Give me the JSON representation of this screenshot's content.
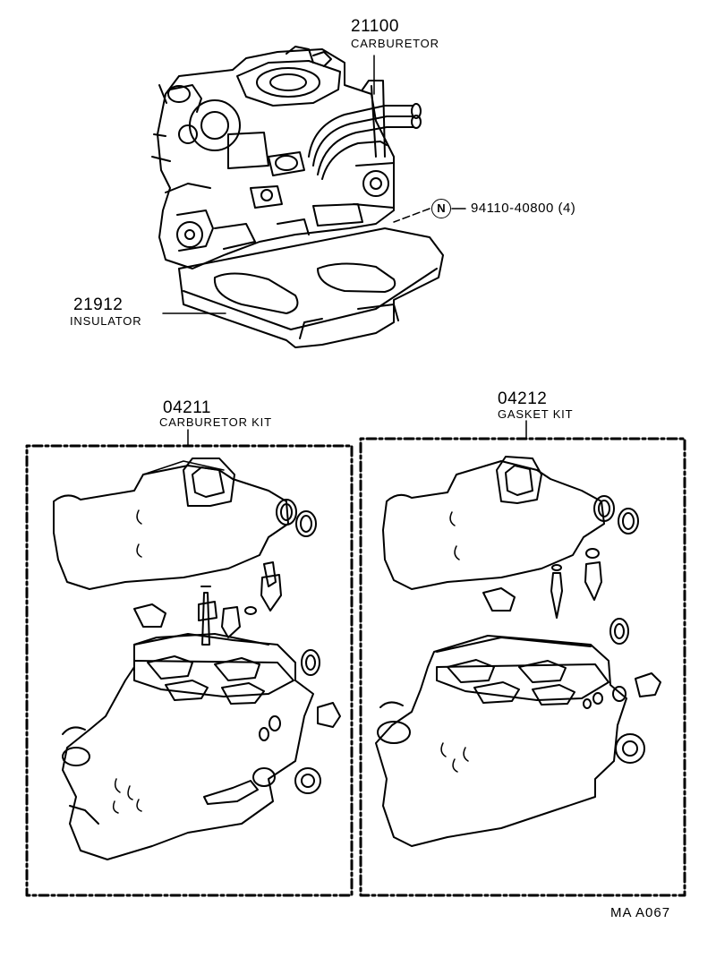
{
  "parts": {
    "carburetor": {
      "number": "21100",
      "name": "CARBURETOR"
    },
    "screw": {
      "badge": "N",
      "number": "94110-40800 (4)"
    },
    "insulator": {
      "number": "21912",
      "name": "INSULATOR"
    },
    "carburetor_kit": {
      "number": "04211",
      "name": "CARBURETOR KIT"
    },
    "gasket_kit": {
      "number": "04212",
      "name": "GASKET KIT"
    }
  },
  "figure_code": "MA  A067"
}
